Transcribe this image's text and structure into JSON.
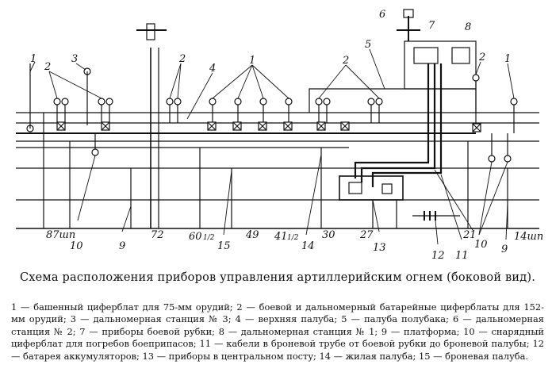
{
  "diagram": {
    "callouts": {
      "c1a": "1",
      "c2a": "2",
      "c3": "3",
      "c2b": "2",
      "c4": "4",
      "c1b": "1",
      "c2c": "2",
      "c5": "5",
      "c6": "6",
      "c7": "7",
      "c8": "8",
      "c2d": "2",
      "c1c": "1"
    },
    "bottom_labels": {
      "b1": "87шп",
      "b2": "10",
      "b3": "9",
      "b4": "72",
      "b5": "60",
      "b5frac": "1/2",
      "b6": "15",
      "b7": "49",
      "b8": "41",
      "b8frac": "1/2",
      "b9": "14",
      "b10": "30",
      "b11": "27",
      "b12": "13",
      "b13": "12",
      "b14": "11",
      "b15": "21",
      "b16": "10",
      "b17": "9",
      "b18": "14шп"
    }
  },
  "caption": "Схема расположения приборов управления артиллерийским огнем (боковой вид).",
  "legend": "1 — башенный циферблат для 75-мм орудий; 2 — боевой и дальномерный батарейные циферблаты для 152-мм орудий; 3 — дальномерная станция № 3; 4 — верхняя палуба; 5 — палуба полубака; 6 — дальномерная станция № 2; 7 — приборы боевой рубки; 8 — дальномерная станция № 1; 9 — платформа; 10 — снарядный циферблат для погребов боеприпасов; 11 — кабели в броневой трубе от боевой рубки до броневой палубы; 12 — батарея аккумуляторов; 13 — приборы в центральном посту; 14 — жилая палуба; 15 — броневая палуба."
}
